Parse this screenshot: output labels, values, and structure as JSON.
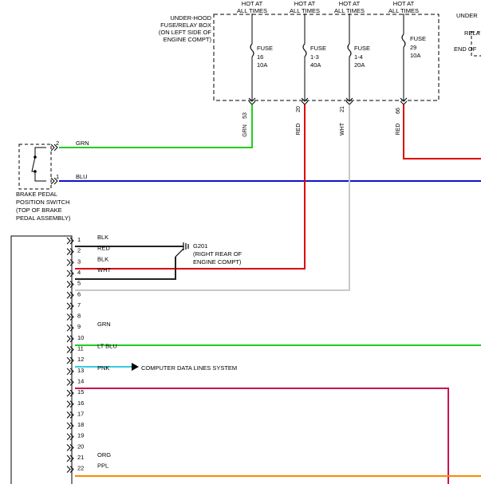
{
  "hot_labels": [
    [
      "HOT AT",
      "ALL TIMES"
    ],
    [
      "HOT AT",
      "ALL TIMES"
    ],
    [
      "HOT AT",
      "ALL TIMES"
    ],
    [
      "HOT AT",
      "ALL TIMES"
    ]
  ],
  "fuse_box_label": [
    "UNDER-HOOD",
    "FUSE/RELAY BOX",
    "(ON LEFT SIDE OF",
    "ENGINE COMPT)"
  ],
  "right_partial_top": "UNDER",
  "right_partial_relay": [
    "RELA",
    "END OF"
  ],
  "fuses": [
    {
      "name": "FUSE",
      "num": "16",
      "amp": "10A"
    },
    {
      "name": "FUSE",
      "num": "1-3",
      "amp": "40A"
    },
    {
      "name": "FUSE",
      "num": "1-4",
      "amp": "20A"
    },
    {
      "name": "FUSE",
      "num": "29",
      "amp": "10A"
    }
  ],
  "fuse_terminals": [
    {
      "terminal": "53",
      "color": "GRN"
    },
    {
      "terminal": "20",
      "color": "RED"
    },
    {
      "terminal": "21",
      "color": "WHT"
    },
    {
      "terminal": "66",
      "color": "RED"
    }
  ],
  "brake_switch": {
    "label": [
      "BRAKE PEDAL",
      "POSITION SWITCH",
      "(TOP OF BRAKE",
      "PEDAL ASSEMBLY)"
    ],
    "pins": [
      {
        "pin": "2",
        "wire": "GRN"
      },
      {
        "pin": "1",
        "wire": "BLU"
      }
    ]
  },
  "ground": {
    "id": "G201",
    "location": [
      "(RIGHT REAR OF",
      "ENGINE COMPT)"
    ]
  },
  "computer_data_label": "COMPUTER DATA LINES SYSTEM",
  "connector_pins": [
    {
      "pin": "1",
      "wire": "BLK"
    },
    {
      "pin": "2",
      "wire": "RED"
    },
    {
      "pin": "3",
      "wire": "BLK"
    },
    {
      "pin": "4",
      "wire": "WHT"
    },
    {
      "pin": "5",
      "wire": ""
    },
    {
      "pin": "6",
      "wire": ""
    },
    {
      "pin": "7",
      "wire": ""
    },
    {
      "pin": "8",
      "wire": ""
    },
    {
      "pin": "9",
      "wire": "GRN"
    },
    {
      "pin": "10",
      "wire": ""
    },
    {
      "pin": "11",
      "wire": "LT BLU"
    },
    {
      "pin": "12",
      "wire": ""
    },
    {
      "pin": "13",
      "wire": "PNK"
    },
    {
      "pin": "14",
      "wire": ""
    },
    {
      "pin": "15",
      "wire": ""
    },
    {
      "pin": "16",
      "wire": ""
    },
    {
      "pin": "17",
      "wire": ""
    },
    {
      "pin": "18",
      "wire": ""
    },
    {
      "pin": "19",
      "wire": ""
    },
    {
      "pin": "20",
      "wire": ""
    },
    {
      "pin": "21",
      "wire": "ORG"
    },
    {
      "pin": "22",
      "wire": "PPL"
    }
  ],
  "wire_colors": {
    "GRN": "#22cc22",
    "BLU": "#1010cc",
    "RED": "#dd0000",
    "WHT": "#c8c8c8",
    "BLK": "#222222",
    "LT BLU": "#33ccdd",
    "PNK": "#cc1155",
    "ORG": "#ff8800",
    "PPL": "#5533aa"
  }
}
